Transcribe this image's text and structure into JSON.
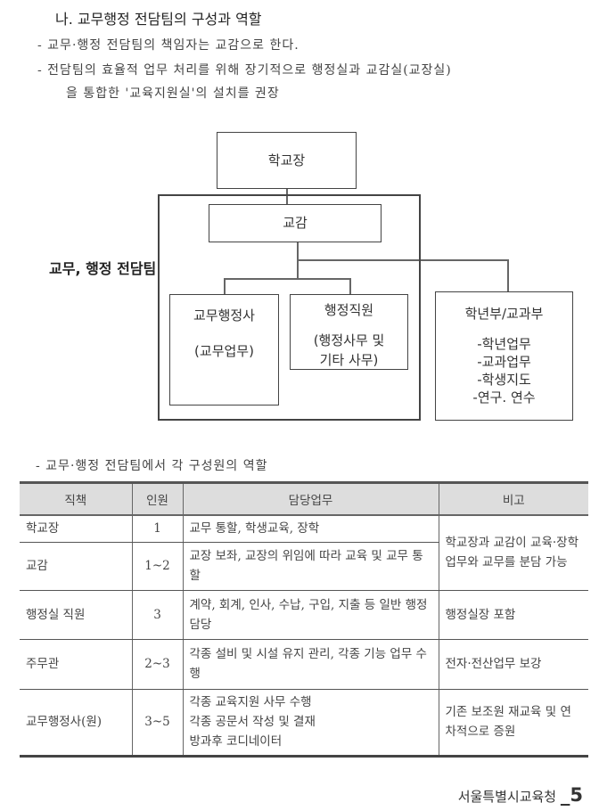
{
  "heading": "나. 교무행정 전담팀의 구성과 역할",
  "bullets": [
    "- 교무·행정 전담팀의 책임자는 교감으로 한다.",
    "- 전담팀의 효율적 업무 처리를 위해 장기적으로 행정실과 교감실(교장실)",
    "을 통합한 '교육지원실'의 설치를 권장"
  ],
  "org": {
    "principal": "학교장",
    "vice": "교감",
    "team_label": "교무, 행정 전담팀",
    "admin_assistant": {
      "title": "교무행정사",
      "sub": "(교무업무)"
    },
    "admin_staff": {
      "title": "행정직원",
      "sub1": "(행정사무 및",
      "sub2": "기타 사무)"
    },
    "grade_dept": {
      "title": "학년부/교과부",
      "items": [
        "-학년업무",
        "-교과업무",
        "-학생지도",
        "-연구. 연수"
      ]
    }
  },
  "table_caption": "- 교무·행정 전담팀에서 각 구성원의 역할",
  "table": {
    "headers": [
      "직책",
      "인원",
      "담당업무",
      "비고"
    ],
    "rows": [
      {
        "role": "학교장",
        "count": "1",
        "duty": "교무 통할, 학생교육, 장학"
      },
      {
        "role": "교감",
        "count": "1~2",
        "duty": "교장 보좌, 교장의 위임에 따라 교육 및 교무 통할"
      },
      {
        "role": "행정실 직원",
        "count": "3",
        "duty": "계약, 회계, 인사, 수납, 구입, 지출 등 일반 행정 담당",
        "note": "행정실장 포함"
      },
      {
        "role": "주무관",
        "count": "2~3",
        "duty": "각종 설비 및 시설 유지 관리, 각종 기능 업무 수행",
        "note": "전자·전산업무 보강"
      },
      {
        "role": "교무행정사(원)",
        "count": "3~5",
        "duty_lines": [
          "각종 교육지원 사무 수행",
          "각종 공문서 작성 및 결재",
          "방과후 코디네이터"
        ],
        "note": "기존 보조원 재교육 및 연차적으로 증원"
      }
    ],
    "merged_note": "학교장과 교감이 교육·장학 업무와 교무를 분담 가능"
  },
  "footer": {
    "org": "서울특별시교육청",
    "page": "_5"
  }
}
